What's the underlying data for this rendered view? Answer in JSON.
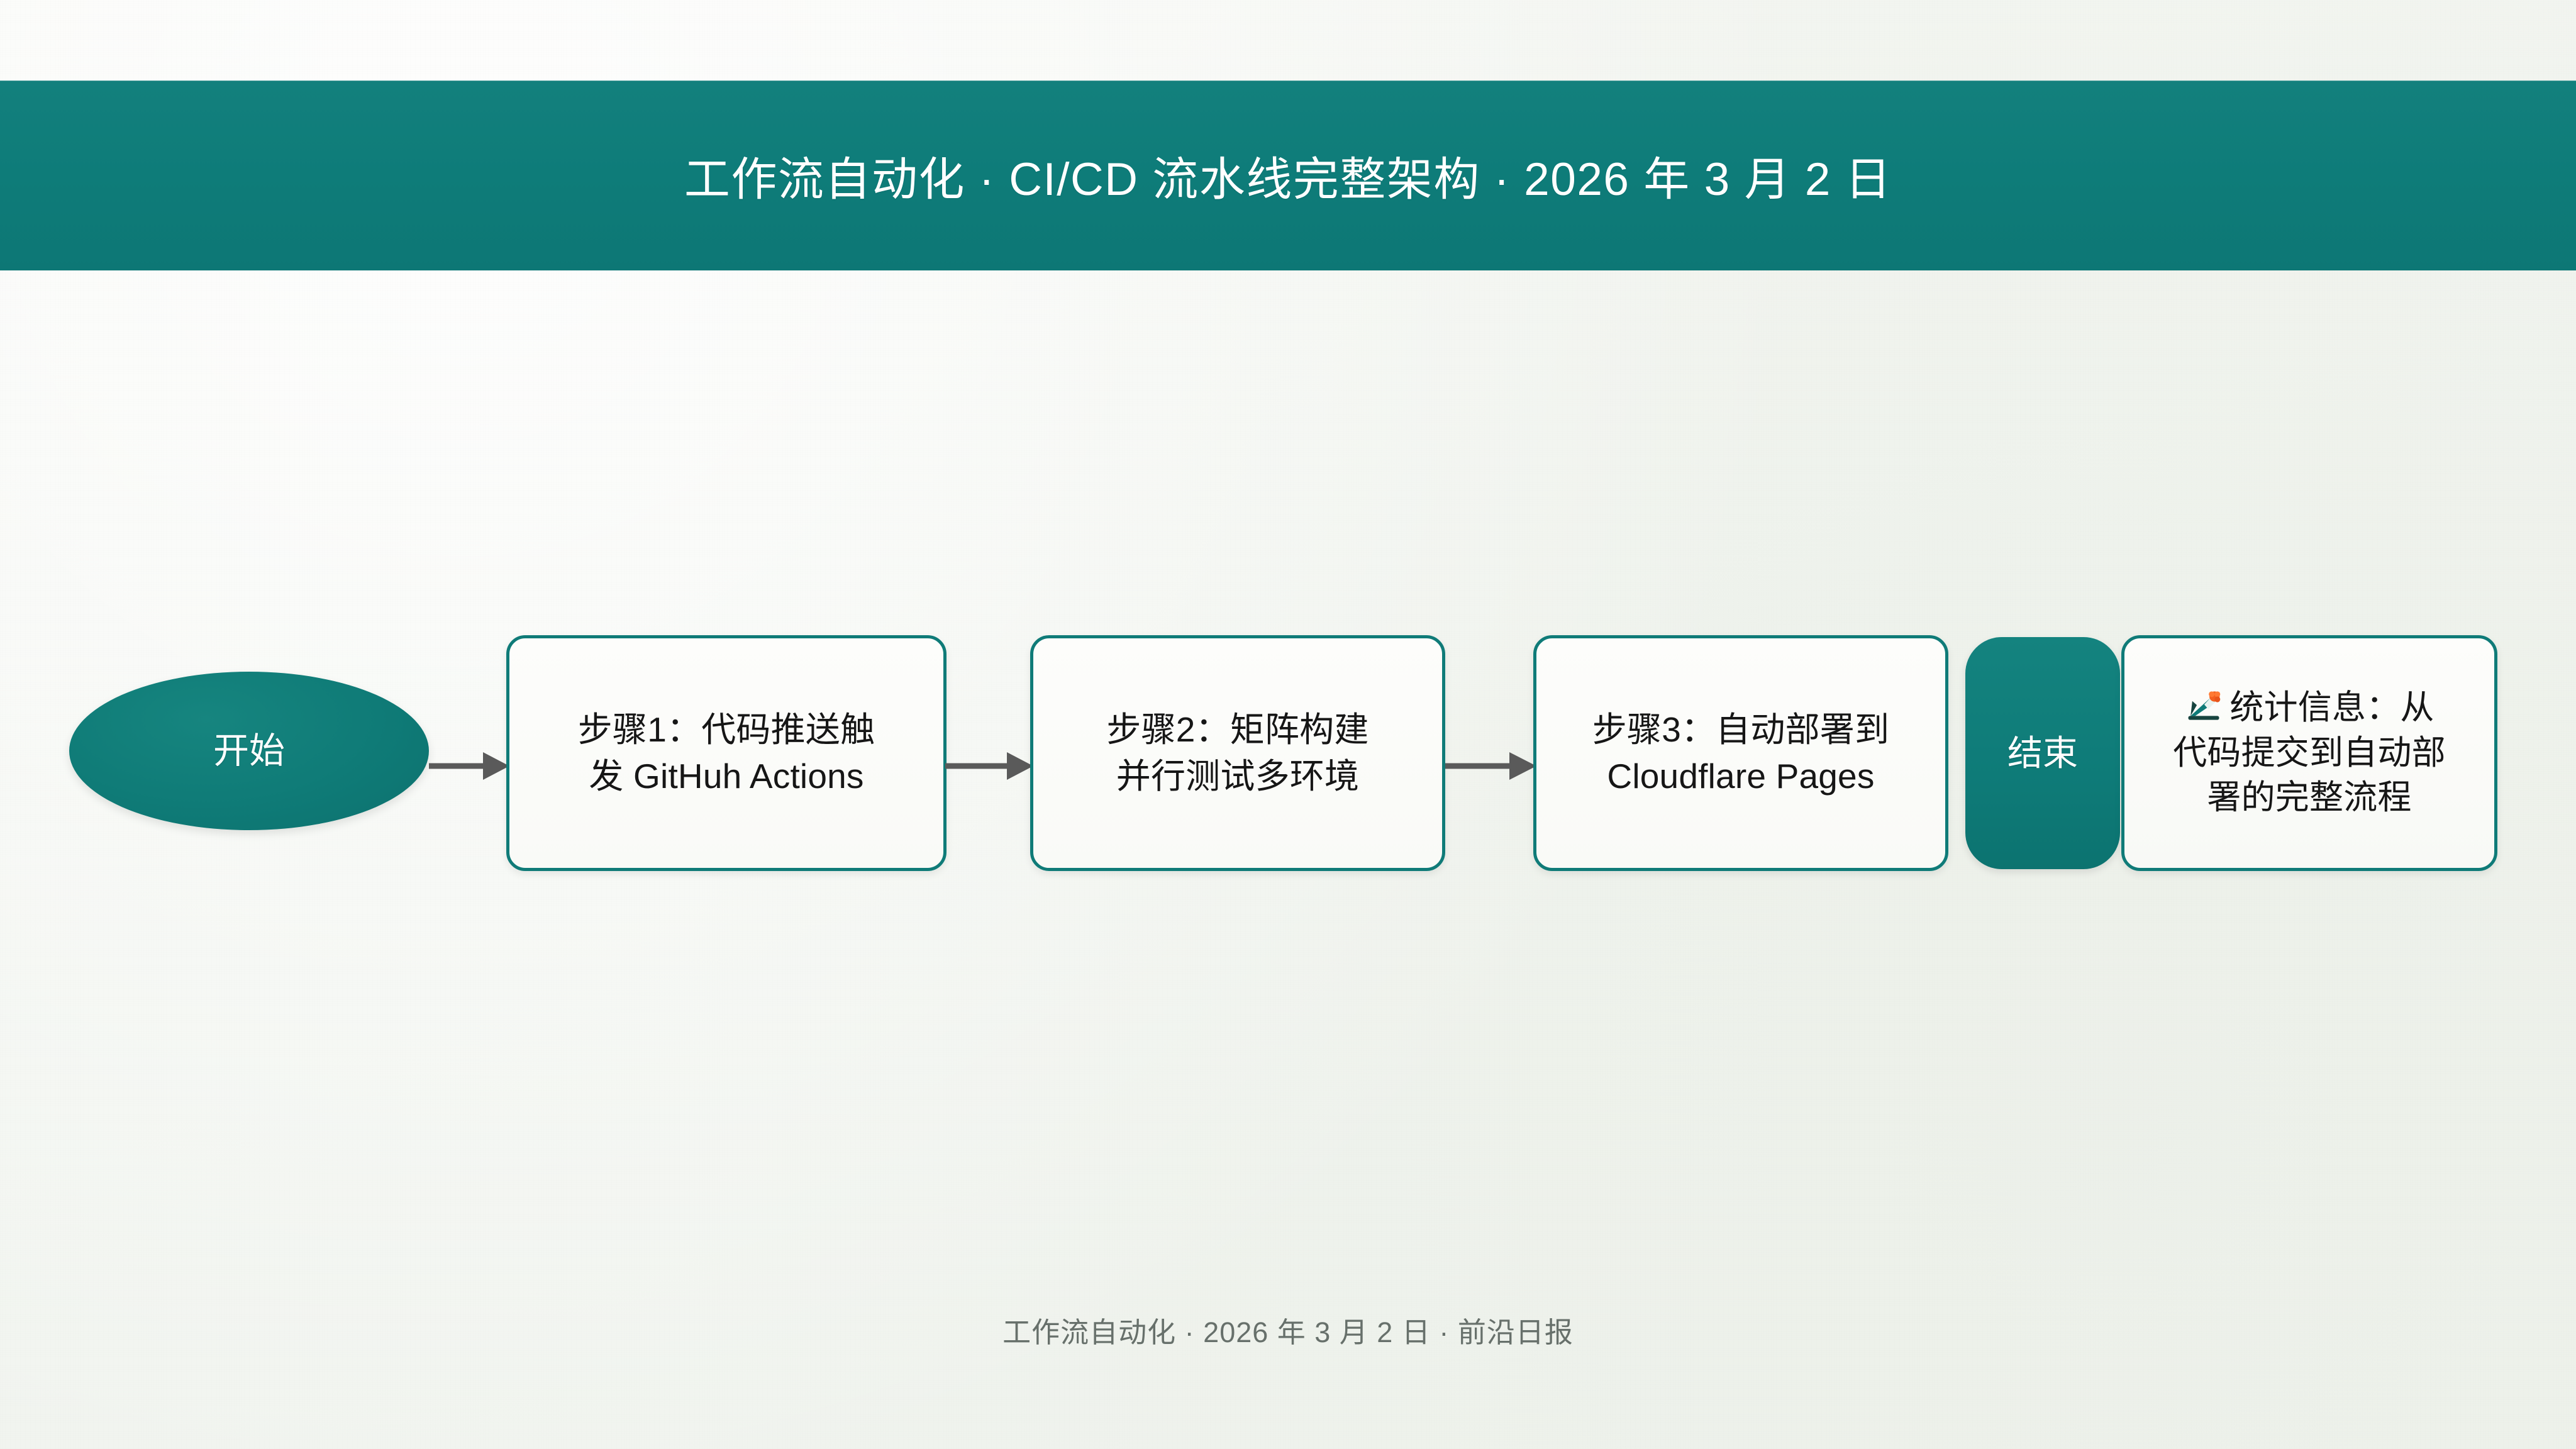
{
  "header": {
    "title": "工作流自动化 · CI/CD 流水线完整架构 · 2026 年 3 月 2 日",
    "band_color": "#0e7c79",
    "text_color": "#ffffff"
  },
  "canvas": {
    "background_color": "#f4f6f2",
    "accent_color": "#0f7b78",
    "connector_color": "#5a5a5a",
    "body_text_color": "#161616"
  },
  "flow": {
    "start": {
      "label": "开始",
      "shape": "ellipse",
      "fill": "#0f7b77",
      "text_color": "#ffffff"
    },
    "steps": [
      {
        "id": "step-1",
        "label": "步骤1：代码推送触发 GitHuh Actions",
        "line1": "步骤1：代码推送触",
        "line2": "发 GitHuh Actions",
        "shape": "rounded-rect",
        "fill": "#fdfdfb",
        "border": "#0f7b78"
      },
      {
        "id": "step-2",
        "label": "步骤2：矩阵构建并行测试多环境",
        "line1": "步骤2：矩阵构建",
        "line2": "并行测试多环境",
        "shape": "rounded-rect",
        "fill": "#fdfdfb",
        "border": "#0f7b78"
      },
      {
        "id": "step-3",
        "label": "步骤3：自动部署到 Cloudflare Pages",
        "line1": "步骤3：自动部署到",
        "line2": "Cloudflare Pages",
        "shape": "rounded-rect",
        "fill": "#fdfdfb",
        "border": "#0f7b78"
      }
    ],
    "end": {
      "label": "结束",
      "shape": "rounded-rect",
      "fill": "#0f7b78",
      "text_color": "#ffffff"
    },
    "stats": {
      "icon": "chart-increasing-emoji",
      "label": "统计信息：从代码提交到自动部署的完整流程",
      "line1": "统计信息：从",
      "line2": "代码提交到自动部",
      "line3": "署的完整流程",
      "shape": "rounded-rect",
      "fill": "#fdfdfb",
      "border": "#0f7b78"
    },
    "connectors": [
      {
        "id": "arrow-1",
        "from": "开始",
        "to": "步骤1",
        "style": "solid-arrow",
        "color": "#5a5a5a"
      },
      {
        "id": "arrow-2",
        "from": "步骤1",
        "to": "步骤2",
        "style": "solid-arrow",
        "color": "#5a5a5a"
      },
      {
        "id": "arrow-3",
        "from": "步骤2",
        "to": "步骤3",
        "style": "solid-arrow",
        "color": "#5a5a5a"
      }
    ]
  },
  "footer": {
    "text": "工作流自动化 · 2026 年 3 月 2 日 · 前沿日报",
    "color": "#67706b"
  }
}
